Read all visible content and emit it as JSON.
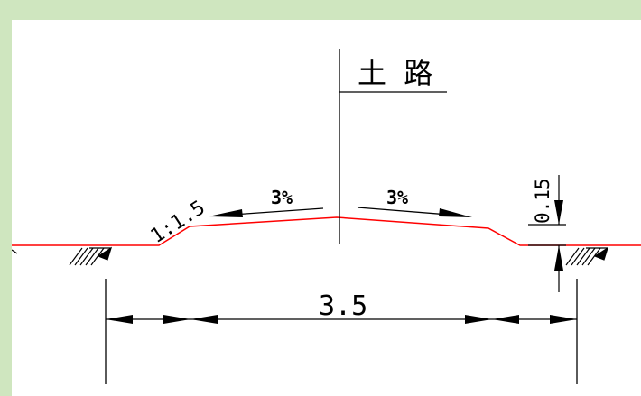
{
  "road_label": "土 路",
  "slope_left": "3%",
  "slope_right": "3%",
  "side_slope": "1:1.5",
  "height_dim": "0.15",
  "width_dim": "3.5",
  "colors": {
    "background": "#cfe6bf",
    "canvas": "#ffffff",
    "road_surface": "#ff0000",
    "lines": "#000000"
  }
}
